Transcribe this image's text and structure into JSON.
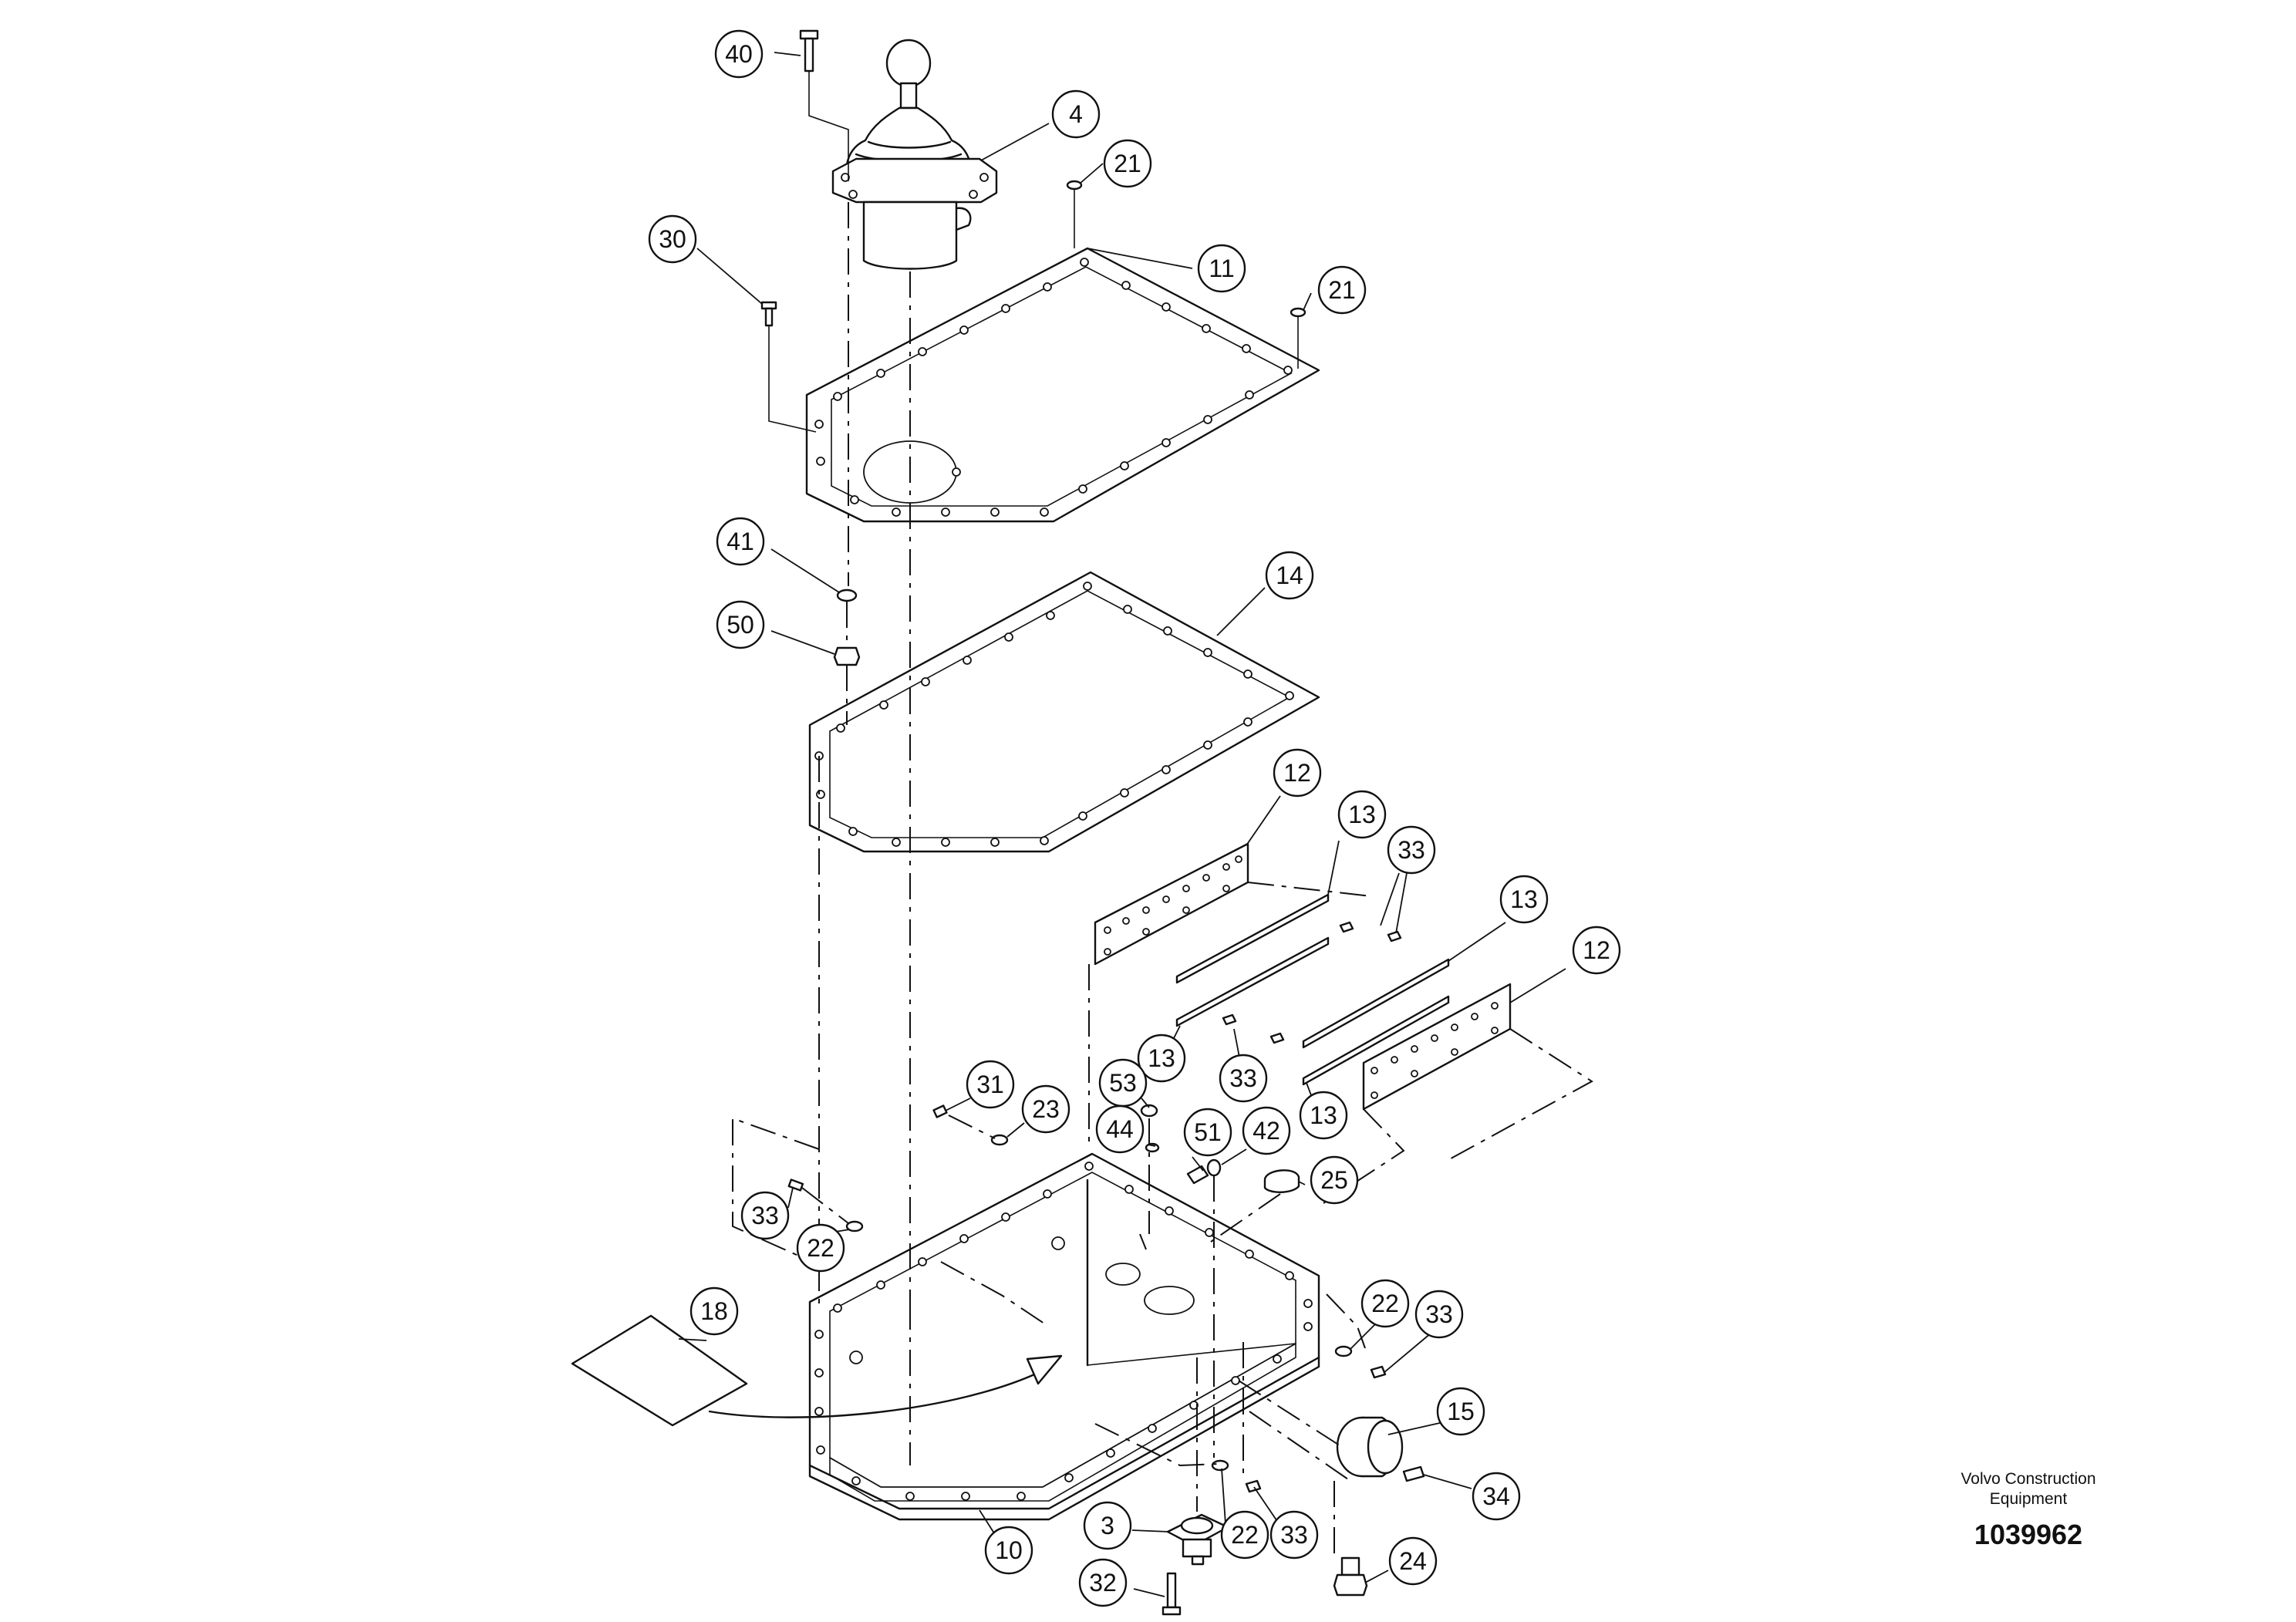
{
  "footer": {
    "company_line1": "Volvo Construction",
    "company_line2": "Equipment",
    "drawing_number": "1039962"
  },
  "callouts": [
    {
      "id": "40",
      "label": "40"
    },
    {
      "id": "4",
      "label": "4"
    },
    {
      "id": "21a",
      "label": "21"
    },
    {
      "id": "30",
      "label": "30"
    },
    {
      "id": "11",
      "label": "11"
    },
    {
      "id": "21b",
      "label": "21"
    },
    {
      "id": "41",
      "label": "41"
    },
    {
      "id": "50",
      "label": "50"
    },
    {
      "id": "14",
      "label": "14"
    },
    {
      "id": "12a",
      "label": "12"
    },
    {
      "id": "13a",
      "label": "13"
    },
    {
      "id": "33a",
      "label": "33"
    },
    {
      "id": "13b",
      "label": "13"
    },
    {
      "id": "12b",
      "label": "12"
    },
    {
      "id": "13c",
      "label": "13"
    },
    {
      "id": "33b",
      "label": "33"
    },
    {
      "id": "13d",
      "label": "13"
    },
    {
      "id": "53",
      "label": "53"
    },
    {
      "id": "31",
      "label": "31"
    },
    {
      "id": "23",
      "label": "23"
    },
    {
      "id": "44",
      "label": "44"
    },
    {
      "id": "51",
      "label": "51"
    },
    {
      "id": "42",
      "label": "42"
    },
    {
      "id": "25",
      "label": "25"
    },
    {
      "id": "33c",
      "label": "33"
    },
    {
      "id": "22a",
      "label": "22"
    },
    {
      "id": "18",
      "label": "18"
    },
    {
      "id": "22b",
      "label": "22"
    },
    {
      "id": "33d",
      "label": "33"
    },
    {
      "id": "15",
      "label": "15"
    },
    {
      "id": "34",
      "label": "34"
    },
    {
      "id": "3",
      "label": "3"
    },
    {
      "id": "22c",
      "label": "22"
    },
    {
      "id": "33e",
      "label": "33"
    },
    {
      "id": "10",
      "label": "10"
    },
    {
      "id": "24",
      "label": "24"
    },
    {
      "id": "32",
      "label": "32"
    }
  ]
}
